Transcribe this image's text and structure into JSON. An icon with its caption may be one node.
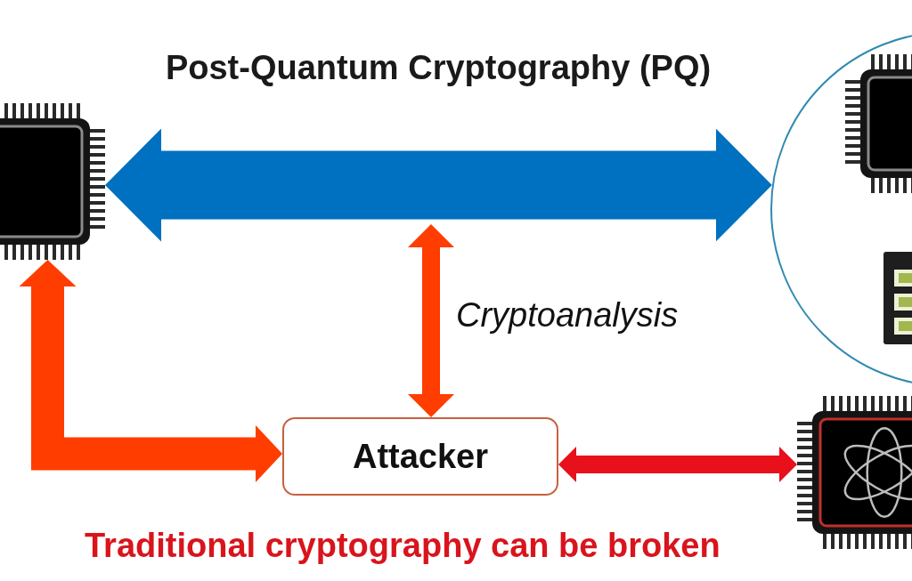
{
  "diagram": {
    "title": "Post-Quantum Cryptography (PQ)",
    "nodes": [
      {
        "text": [],
        "shape": "picture"
      },
      {
        "text": [],
        "shape": "circle"
      },
      {
        "text": [],
        "shape": "picture",
        "in": 1
      },
      {
        "text": [],
        "shape": "picture",
        "in": 1
      },
      {
        "text": [
          "Attacker"
        ]
      },
      {
        "text": [],
        "shape": "picture"
      }
    ],
    "edges": [
      {
        "from": 0,
        "to": 1,
        "arrow": "both",
        "style": "thick",
        "color": "#0070c0"
      },
      {
        "from": null,
        "to": 4,
        "arrow": "both",
        "label": "Cryptoanalysis"
      },
      {
        "from": 0,
        "to": 4,
        "arrow": "both",
        "style": "thick"
      },
      {
        "from": 4,
        "to": 5,
        "arrow": "both",
        "color": "#e8101a"
      }
    ],
    "labels": [
      "Traditional cryptography can be broken"
    ]
  }
}
